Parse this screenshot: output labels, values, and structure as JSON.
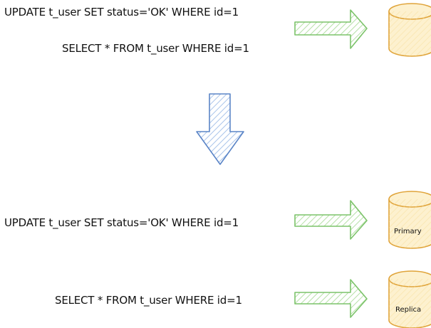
{
  "top_section": {
    "update_sql": "UPDATE t_user SET status='OK' WHERE id=1",
    "select_sql": "SELECT * FROM t_user WHERE id=1"
  },
  "bottom_section": {
    "update_sql": "UPDATE t_user SET status='OK' WHERE id=1",
    "select_sql": "SELECT * FROM t_user WHERE id=1",
    "primary_label": "Primary",
    "replica_label": "Replica"
  },
  "colors": {
    "arrow_green_stroke": "#7cc36a",
    "arrow_green_hatch": "#b6e0a8",
    "arrow_blue_stroke": "#5b85c7",
    "arrow_blue_hatch": "#a9c4ea",
    "db_stroke": "#e0a43a",
    "db_fill": "#fdf1cf"
  }
}
